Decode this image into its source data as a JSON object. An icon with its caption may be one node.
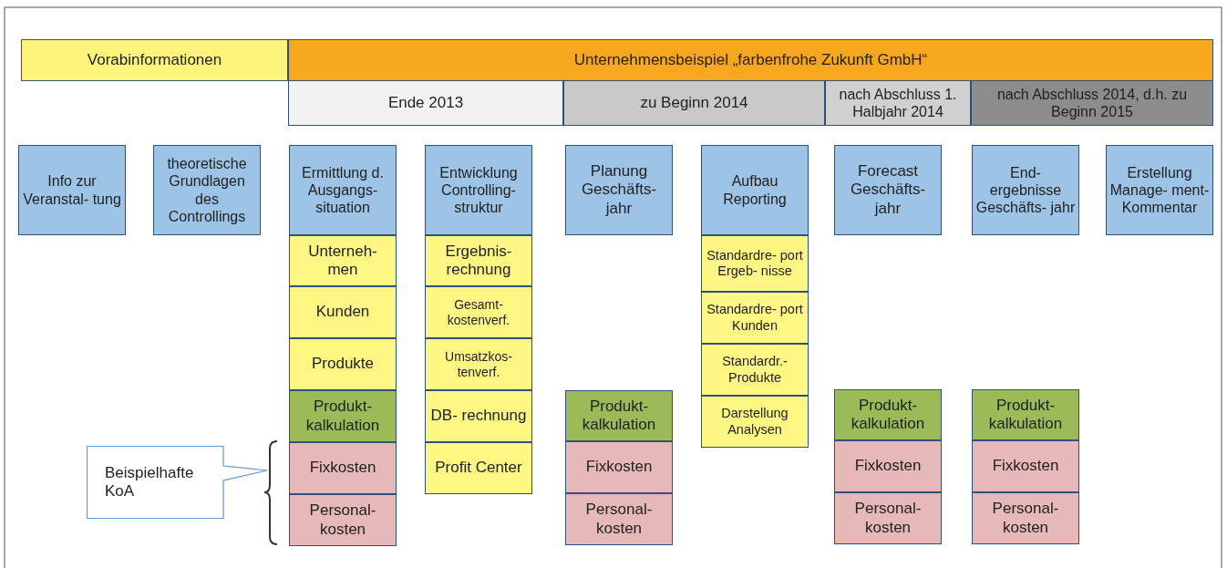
{
  "diagram": {
    "nodes": [
      {
        "text": [
          "Vorabinformationen"
        ]
      },
      {
        "text": [
          "Unternehmensbeispiel „farbenfrohe Zukunft GmbH“"
        ]
      },
      {
        "text": [
          "Ende 2013"
        ]
      },
      {
        "text": [
          "zu Beginn 2014"
        ]
      },
      {
        "text": [
          "nach Abschluss 1. Halbjahr 2014"
        ]
      },
      {
        "text": [
          "nach Abschluss 2014, d.h. zu Beginn 2015"
        ]
      },
      {
        "text": [
          "Info zur Veranstal- tung"
        ]
      },
      {
        "text": [
          "theoretische Grundlagen des Controllings"
        ]
      },
      {
        "text": [
          "Ermittlung d. Ausgangs- situation"
        ]
      },
      {
        "text": [
          "Entwicklung Controlling- struktur"
        ]
      },
      {
        "text": [
          "Planung Geschäfts- jahr"
        ]
      },
      {
        "text": [
          "Aufbau Reporting"
        ]
      },
      {
        "text": [
          "Forecast Geschäfts- jahr"
        ]
      },
      {
        "text": [
          "End- ergebnisse Geschäfts- jahr"
        ]
      },
      {
        "text": [
          "Erstellung Manage- ment- Kommentar"
        ]
      },
      {
        "text": [
          "Unterneh- men"
        ]
      },
      {
        "text": [
          "Kunden"
        ]
      },
      {
        "text": [
          "Produkte"
        ]
      },
      {
        "text": [
          "Produkt- kalkulation"
        ]
      },
      {
        "text": [
          "Fixkosten"
        ]
      },
      {
        "text": [
          "Personal- kosten"
        ]
      },
      {
        "text": [
          "Ergebnis- rechnung"
        ]
      },
      {
        "text": [
          "Gesamt- kostenverf."
        ]
      },
      {
        "text": [
          "Umsatzkos- tenverf."
        ]
      },
      {
        "text": [
          "DB- rechnung"
        ]
      },
      {
        "text": [
          "Profit Center"
        ]
      },
      {
        "text": [
          "Produkt- kalkulation"
        ]
      },
      {
        "text": [
          "Fixkosten"
        ]
      },
      {
        "text": [
          "Personal- kosten"
        ]
      },
      {
        "text": [
          "Standardre- port Ergeb- nisse"
        ]
      },
      {
        "text": [
          "Standardre- port Kunden"
        ]
      },
      {
        "text": [
          "Standardr.- Produkte"
        ]
      },
      {
        "text": [
          "Darstellung Analysen"
        ]
      },
      {
        "text": [
          "Produkt- kalkulation"
        ]
      },
      {
        "text": [
          "Fixkosten"
        ]
      },
      {
        "text": [
          "Personal- kosten"
        ]
      },
      {
        "text": [
          "Produkt- kalkulation"
        ]
      },
      {
        "text": [
          "Fixkosten"
        ]
      },
      {
        "text": [
          "Personal- kosten"
        ]
      },
      {
        "text": [
          "Beispielhafte KoA"
        ]
      }
    ]
  }
}
